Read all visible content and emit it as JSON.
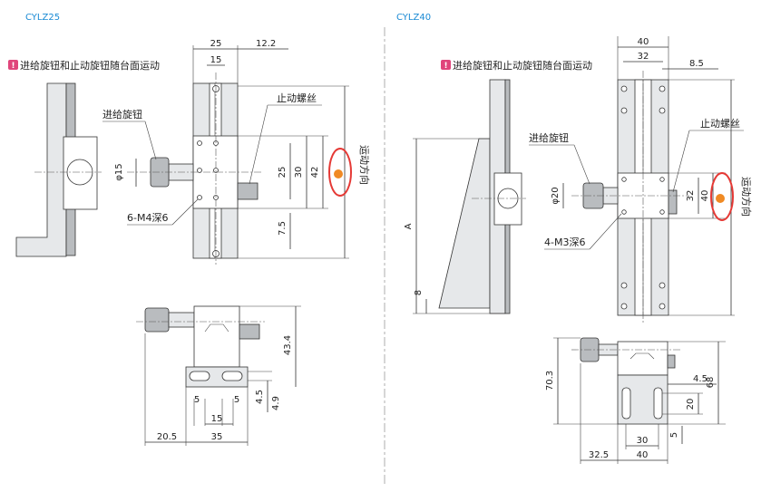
{
  "left": {
    "title": "CYLZ25",
    "note": "进给旋钮和止动旋钮随台面运动",
    "labels": {
      "feed_knob": "进给旋钮",
      "stop_screw": "止动螺丝",
      "holes": "6-M4深6",
      "motion": "运动方向"
    },
    "dims": {
      "top_w": "25",
      "top_inner": "15",
      "top_offset": "12.2",
      "knob_dia": "φ15",
      "d25": "25",
      "d30": "30",
      "d42": "42",
      "d7_5": "7.5",
      "h43_4": "43.4",
      "h4_5": "4.5",
      "h4_9": "4.9",
      "b5a": "5",
      "b5b": "5",
      "b15": "15",
      "b20_5": "20.5",
      "b35": "35"
    }
  },
  "right": {
    "title": "CYLZ40",
    "note": "进给旋钮和止动旋钮随台面运动",
    "labels": {
      "feed_knob": "进给旋钮",
      "stop_screw": "止动螺丝",
      "holes": "4-M3深6",
      "motion": "运动方向"
    },
    "dims": {
      "top_w": "40",
      "top_inner": "32",
      "top_offset": "8.5",
      "knob_dia": "φ20",
      "d32": "32",
      "d40": "40",
      "a": "A",
      "d8": "8",
      "h70_3": "70.3",
      "h68": "68",
      "d4_5": "4.5",
      "d20": "20",
      "d5": "5",
      "b30": "30",
      "b32_5": "32.5",
      "b40": "40"
    }
  },
  "colors": {
    "title_blue": "#1a8ad4",
    "note_pink": "#e0457b",
    "circle_red": "#e53935",
    "badge_orange": "#f08a24"
  }
}
